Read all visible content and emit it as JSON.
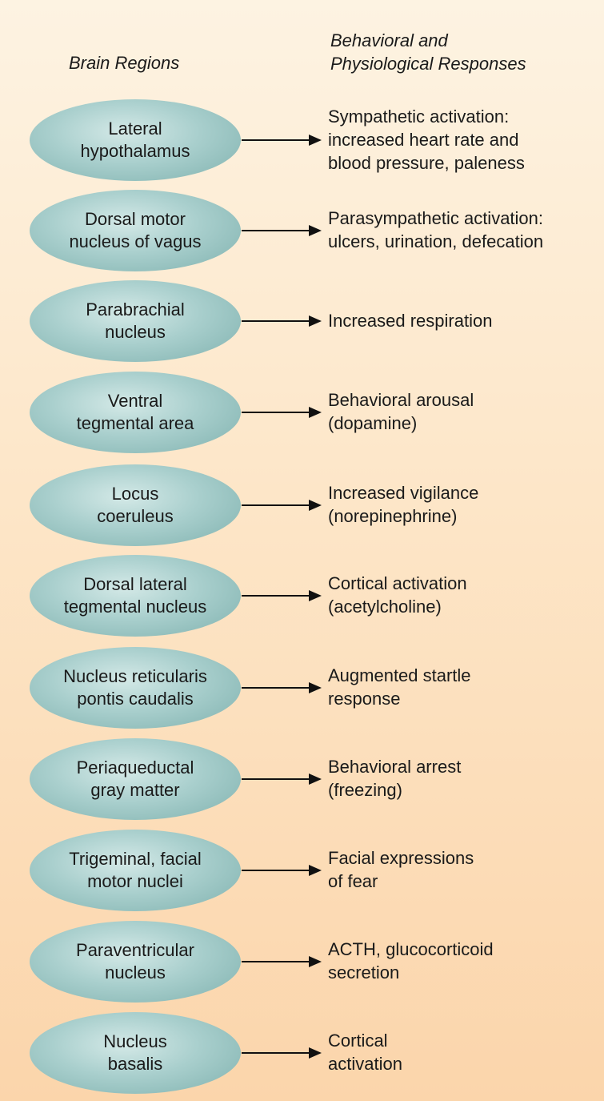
{
  "headers": {
    "left": "Brain Regions",
    "right_line1": "Behavioral and",
    "right_line2": "Physiological Responses"
  },
  "rows": [
    {
      "region": [
        "Lateral",
        "hypothalamus"
      ],
      "response": [
        "Sympathetic activation:",
        "increased heart rate and",
        "blood pressure, paleness"
      ]
    },
    {
      "region": [
        "Dorsal motor",
        "nucleus of vagus"
      ],
      "response": [
        "Parasympathetic activation:",
        "ulcers, urination, defecation"
      ]
    },
    {
      "region": [
        "Parabrachial",
        "nucleus"
      ],
      "response": [
        "Increased respiration"
      ]
    },
    {
      "region": [
        "Ventral",
        "tegmental area"
      ],
      "response": [
        "Behavioral arousal",
        "(dopamine)"
      ]
    },
    {
      "region": [
        "Locus",
        "coeruleus"
      ],
      "response": [
        "Increased vigilance",
        "(norepinephrine)"
      ]
    },
    {
      "region": [
        "Dorsal lateral",
        "tegmental nucleus"
      ],
      "response": [
        "Cortical activation",
        "(acetylcholine)"
      ]
    },
    {
      "region": [
        "Nucleus reticularis",
        "pontis caudalis"
      ],
      "response": [
        "Augmented startle",
        "response"
      ]
    },
    {
      "region": [
        "Periaqueductal",
        "gray matter"
      ],
      "response": [
        "Behavioral arrest",
        "(freezing)"
      ]
    },
    {
      "region": [
        "Trigeminal, facial",
        "motor nuclei"
      ],
      "response": [
        "Facial expressions",
        "of fear"
      ]
    },
    {
      "region": [
        "Paraventricular",
        "nucleus"
      ],
      "response": [
        "ACTH, glucocorticoid",
        "secretion"
      ]
    },
    {
      "region": [
        "Nucleus",
        "basalis"
      ],
      "response": [
        "Cortical",
        "activation"
      ]
    }
  ],
  "colors": {
    "background_top": "#fdf3e2",
    "background_bottom": "#fbd5ab",
    "node_fill": "#a9cfcd",
    "arrow": "#111111"
  }
}
